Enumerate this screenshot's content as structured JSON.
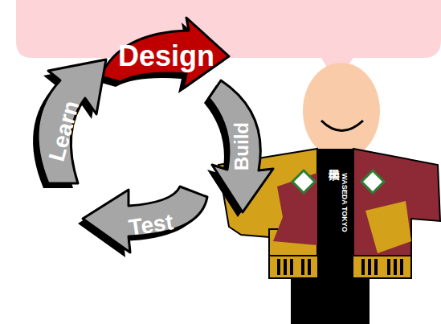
{
  "diagram": {
    "nodes": [
      {
        "text": [
          "Design"
        ]
      },
      {
        "text": [
          "Build"
        ]
      },
      {
        "text": [
          "Test"
        ]
      },
      {
        "text": [
          "Learn"
        ]
      }
    ],
    "labels": [
      "早稲田大学",
      "WASEDA TOKYO"
    ]
  }
}
